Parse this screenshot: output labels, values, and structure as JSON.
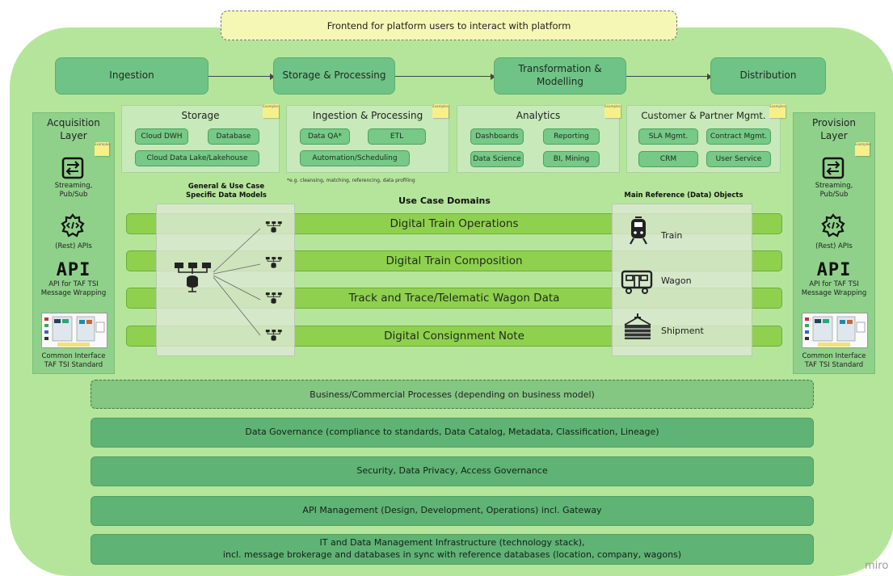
{
  "frontend": {
    "label": "Frontend for platform users to interact with platform"
  },
  "flow": [
    {
      "label": "Ingestion"
    },
    {
      "label": "Storage & Processing"
    },
    {
      "label": "Transformation &\nModelling"
    },
    {
      "label": "Distribution"
    }
  ],
  "sticky_label": "Examples",
  "acquisition": {
    "title": "Acquisition\nLayer",
    "streaming": "Streaming,\nPub/Sub",
    "rest": "(Rest) APIs",
    "api_big": "API",
    "api_taf": "API for TAF TSI\nMessage Wrapping",
    "common": "Common Interface\nTAF TSI Standard"
  },
  "provision": {
    "title": "Provision\nLayer",
    "streaming": "Streaming,\nPub/Sub",
    "rest": "(Rest) APIs",
    "api_big": "API",
    "api_taf": "API for TAF TSI\nMessage Wrapping",
    "common": "Common Interface\nTAF TSI Standard"
  },
  "storage": {
    "title": "Storage",
    "chips": [
      "Cloud DWH",
      "Database",
      "Cloud Data Lake/Lakehouse"
    ]
  },
  "ingestion_processing": {
    "title": "Ingestion & Processing",
    "chips": [
      "Data QA*",
      "ETL",
      "Automation/Scheduling"
    ],
    "footnote": "*e.g. cleansing, matching, referencing, data profiling"
  },
  "analytics": {
    "title": "Analytics",
    "chips": [
      "Dashboards",
      "Reporting",
      "Data Science",
      "BI, Mining"
    ]
  },
  "customer": {
    "title": "Customer & Partner Mgmt.",
    "chips": [
      "SLA Mgmt.",
      "Contract Mgmt.",
      "CRM",
      "User Service"
    ]
  },
  "models_heading": "General & Use Case\nSpecific Data Models",
  "domains_heading": "Use Case Domains",
  "reference_heading": "Main Reference (Data) Objects",
  "lanes": [
    "Digital Train Operations",
    "Digital Train Composition",
    "Track and Trace/Telematic Wagon Data",
    "Digital Consignment Note"
  ],
  "objects": [
    "Train",
    "Wagon",
    "Shipment"
  ],
  "business": "Business/Commercial Processes (depending on business model)",
  "bottom": [
    "Data Governance (compliance to standards, Data Catalog, Metadata, Classification, Lineage)",
    "Security, Data Privacy, Access Governance",
    "API Management (Design, Development, Operations) incl. Gateway",
    "IT and Data Management Infrastructure (technology stack),\nincl. message brokerage and databases in sync with reference databases (location, company, wagons)"
  ],
  "watermark": "miro"
}
